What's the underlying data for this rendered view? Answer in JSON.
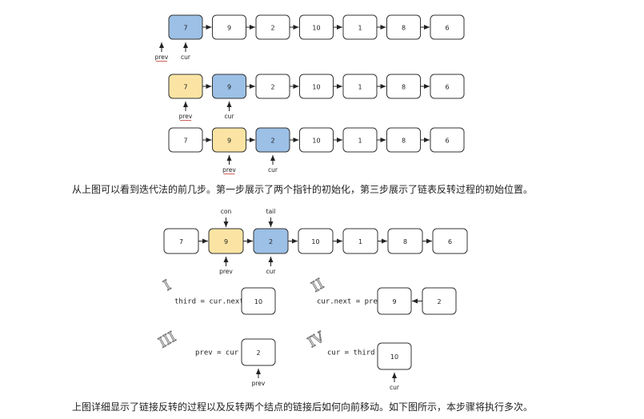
{
  "colors": {
    "yellow": "#fbe4a3",
    "blue": "#9cc0e6",
    "white": "#ffffff",
    "stroke": "#333333"
  },
  "rows": [
    {
      "nodes": [
        {
          "label": "7",
          "fill": "blue"
        },
        {
          "label": "9",
          "fill": "white"
        },
        {
          "label": "2",
          "fill": "white"
        },
        {
          "label": "10",
          "fill": "white"
        },
        {
          "label": "1",
          "fill": "white"
        },
        {
          "label": "8",
          "fill": "white"
        },
        {
          "label": "6",
          "fill": "white"
        }
      ],
      "pointers": [
        {
          "label": "prev",
          "at": "before-first",
          "side": "below",
          "underline": true
        },
        {
          "label": "cur",
          "at": 0,
          "side": "below"
        }
      ]
    },
    {
      "nodes": [
        {
          "label": "7",
          "fill": "yellow"
        },
        {
          "label": "9",
          "fill": "blue"
        },
        {
          "label": "2",
          "fill": "white"
        },
        {
          "label": "10",
          "fill": "white"
        },
        {
          "label": "1",
          "fill": "white"
        },
        {
          "label": "8",
          "fill": "white"
        },
        {
          "label": "6",
          "fill": "white"
        }
      ],
      "pointers": [
        {
          "label": "prev",
          "at": 0,
          "side": "below",
          "underline": true
        },
        {
          "label": "cur",
          "at": 1,
          "side": "below"
        }
      ]
    },
    {
      "nodes": [
        {
          "label": "7",
          "fill": "white"
        },
        {
          "label": "9",
          "fill": "yellow"
        },
        {
          "label": "2",
          "fill": "blue"
        },
        {
          "label": "10",
          "fill": "white"
        },
        {
          "label": "1",
          "fill": "white"
        },
        {
          "label": "8",
          "fill": "white"
        },
        {
          "label": "6",
          "fill": "white"
        }
      ],
      "pointers": [
        {
          "label": "prev",
          "at": 1,
          "side": "below",
          "underline": true
        },
        {
          "label": "cur",
          "at": 2,
          "side": "below"
        }
      ]
    }
  ],
  "caption1": "从上图可以看到迭代法的前几步。第一步展示了两个指针的初始化，第三步展示了链表反转过程的初始位置。",
  "detail_row": {
    "nodes": [
      {
        "label": "7",
        "fill": "white"
      },
      {
        "label": "9",
        "fill": "yellow"
      },
      {
        "label": "2",
        "fill": "blue"
      },
      {
        "label": "10",
        "fill": "white"
      },
      {
        "label": "1",
        "fill": "white"
      },
      {
        "label": "8",
        "fill": "white"
      },
      {
        "label": "6",
        "fill": "white"
      }
    ],
    "pointers": [
      {
        "label": "con",
        "at": 1,
        "side": "above"
      },
      {
        "label": "tail",
        "at": 2,
        "side": "above"
      },
      {
        "label": "prev",
        "at": 1,
        "side": "below"
      },
      {
        "label": "cur",
        "at": 2,
        "side": "below"
      }
    ]
  },
  "steps": [
    {
      "numeral": "I",
      "code": "third = cur.next",
      "nodes": [
        "10"
      ]
    },
    {
      "numeral": "II",
      "code": "cur.next = prev",
      "nodes": [
        "9",
        "2"
      ]
    },
    {
      "numeral": "III",
      "code": "prev = cur",
      "nodes": [
        "2"
      ],
      "pointer": "prev"
    },
    {
      "numeral": "IV",
      "code": "cur = third",
      "nodes": [
        "10"
      ],
      "pointer": "cur"
    }
  ],
  "caption2": "上图详细显示了链接反转的过程以及反转两个结点的链接后如何向前移动。如下图所示，本步骤将执行多次。"
}
